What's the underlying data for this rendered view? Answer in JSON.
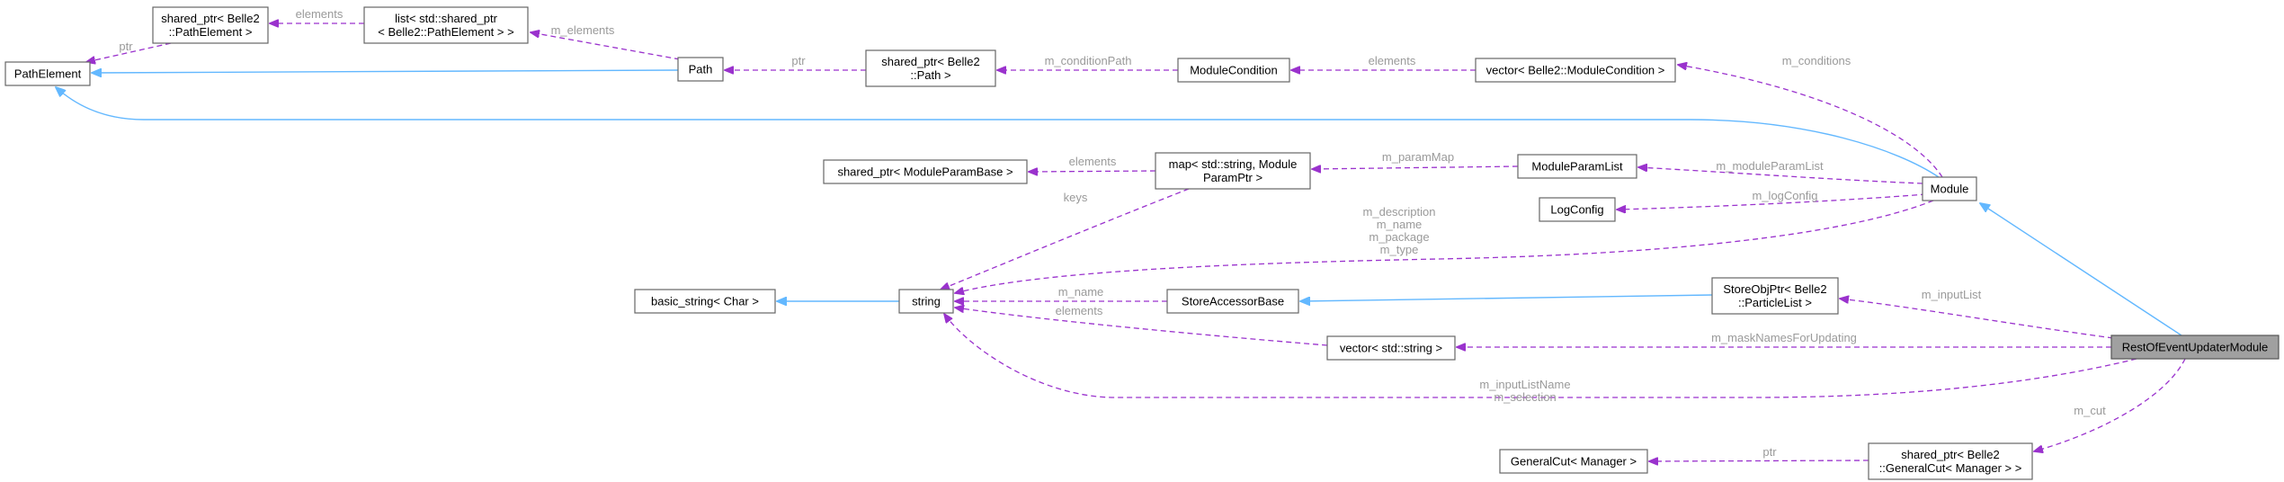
{
  "nodes": [
    {
      "id": "PathElement",
      "lines": [
        "PathElement"
      ]
    },
    {
      "id": "sp_PathElement",
      "lines": [
        "shared_ptr< Belle2",
        "::PathElement >"
      ]
    },
    {
      "id": "list_sp",
      "lines": [
        "list< std::shared_ptr",
        "< Belle2::PathElement > >"
      ]
    },
    {
      "id": "Path",
      "lines": [
        "Path"
      ]
    },
    {
      "id": "sp_Path",
      "lines": [
        "shared_ptr< Belle2",
        "::Path >"
      ]
    },
    {
      "id": "ModuleCondition",
      "lines": [
        "ModuleCondition"
      ]
    },
    {
      "id": "vec_ModCond",
      "lines": [
        "vector< Belle2::ModuleCondition >"
      ]
    },
    {
      "id": "sp_ModParamBase",
      "lines": [
        "shared_ptr< ModuleParamBase >"
      ]
    },
    {
      "id": "map_ModParam",
      "lines": [
        "map< std::string, Module",
        "ParamPtr >"
      ]
    },
    {
      "id": "ModuleParamList",
      "lines": [
        "ModuleParamList"
      ]
    },
    {
      "id": "LogConfig",
      "lines": [
        "LogConfig"
      ]
    },
    {
      "id": "Module",
      "lines": [
        "Module"
      ]
    },
    {
      "id": "basic_string",
      "lines": [
        "basic_string< Char >"
      ]
    },
    {
      "id": "string",
      "lines": [
        "string"
      ]
    },
    {
      "id": "StoreAccessorBase",
      "lines": [
        "StoreAccessorBase"
      ]
    },
    {
      "id": "StoreObjPtr",
      "lines": [
        "StoreObjPtr< Belle2",
        "::ParticleList >"
      ]
    },
    {
      "id": "vec_string",
      "lines": [
        "vector< std::string >"
      ]
    },
    {
      "id": "RestOfEvent",
      "lines": [
        "RestOfEventUpdaterModule"
      ],
      "focus": true
    },
    {
      "id": "GeneralCut",
      "lines": [
        "GeneralCut< Manager >"
      ]
    },
    {
      "id": "sp_GeneralCut",
      "lines": [
        "shared_ptr< Belle2",
        "::GeneralCut< Manager > >"
      ]
    }
  ],
  "edges": [
    {
      "id": "e_path_pe",
      "kind": "inherit",
      "from": "Path",
      "to": "PathElement",
      "labels": []
    },
    {
      "id": "e_mod_pe",
      "kind": "inherit",
      "from": "Module",
      "to": "PathElement",
      "labels": []
    },
    {
      "id": "e_roe_mod",
      "kind": "inherit",
      "from": "RestOfEvent",
      "to": "Module",
      "labels": []
    },
    {
      "id": "e_str_bs",
      "kind": "inherit",
      "from": "string",
      "to": "basic_string",
      "labels": []
    },
    {
      "id": "e_sop_sab",
      "kind": "inherit",
      "from": "StoreObjPtr",
      "to": "StoreAccessorBase",
      "labels": []
    },
    {
      "id": "e_sppe_pe",
      "kind": "use",
      "from": "sp_PathElement",
      "to": "PathElement",
      "labels": [
        "ptr"
      ]
    },
    {
      "id": "e_list_sppe",
      "kind": "use",
      "from": "list_sp",
      "to": "sp_PathElement",
      "labels": [
        "elements"
      ]
    },
    {
      "id": "e_path_list",
      "kind": "use",
      "from": "Path",
      "to": "list_sp",
      "labels": [
        "m_elements"
      ]
    },
    {
      "id": "e_spp_path",
      "kind": "use",
      "from": "sp_Path",
      "to": "Path",
      "labels": [
        "ptr"
      ]
    },
    {
      "id": "e_mc_spp",
      "kind": "use",
      "from": "ModuleCondition",
      "to": "sp_Path",
      "labels": [
        "m_conditionPath"
      ]
    },
    {
      "id": "e_vmc_mc",
      "kind": "use",
      "from": "vec_ModCond",
      "to": "ModuleCondition",
      "labels": [
        "elements"
      ]
    },
    {
      "id": "e_mod_vmc",
      "kind": "use",
      "from": "Module",
      "to": "vec_ModCond",
      "labels": [
        "m_conditions"
      ]
    },
    {
      "id": "e_map_spmpb",
      "kind": "use",
      "from": "map_ModParam",
      "to": "sp_ModParamBase",
      "labels": [
        "elements"
      ]
    },
    {
      "id": "e_mpl_map",
      "kind": "use",
      "from": "ModuleParamList",
      "to": "map_ModParam",
      "labels": [
        "m_paramMap"
      ]
    },
    {
      "id": "e_mod_mpl",
      "kind": "use",
      "from": "Module",
      "to": "ModuleParamList",
      "labels": [
        "m_moduleParamList"
      ]
    },
    {
      "id": "e_mod_lc",
      "kind": "use",
      "from": "Module",
      "to": "LogConfig",
      "labels": [
        "m_logConfig"
      ]
    },
    {
      "id": "e_map_str",
      "kind": "use",
      "from": "map_ModParam",
      "to": "string",
      "labels": [
        "keys"
      ]
    },
    {
      "id": "e_mod_str",
      "kind": "use",
      "from": "Module",
      "to": "string",
      "labels": [
        "m_description",
        "m_name",
        "m_package",
        "m_type"
      ]
    },
    {
      "id": "e_sab_str",
      "kind": "use",
      "from": "StoreAccessorBase",
      "to": "string",
      "labels": [
        "m_name"
      ]
    },
    {
      "id": "e_vs_str",
      "kind": "use",
      "from": "vec_string",
      "to": "string",
      "labels": [
        "elements"
      ]
    },
    {
      "id": "e_roe_str",
      "kind": "use",
      "from": "RestOfEvent",
      "to": "string",
      "labels": [
        "m_inputListName",
        "m_selection"
      ]
    },
    {
      "id": "e_roe_sop",
      "kind": "use",
      "from": "RestOfEvent",
      "to": "StoreObjPtr",
      "labels": [
        "m_inputList"
      ]
    },
    {
      "id": "e_roe_vs",
      "kind": "use",
      "from": "RestOfEvent",
      "to": "vec_string",
      "labels": [
        "m_maskNamesForUpdating"
      ]
    },
    {
      "id": "e_roe_spgc",
      "kind": "use",
      "from": "RestOfEvent",
      "to": "sp_GeneralCut",
      "labels": [
        "m_cut"
      ]
    },
    {
      "id": "e_spgc_gc",
      "kind": "use",
      "from": "sp_GeneralCut",
      "to": "GeneralCut",
      "labels": [
        "ptr"
      ]
    }
  ]
}
